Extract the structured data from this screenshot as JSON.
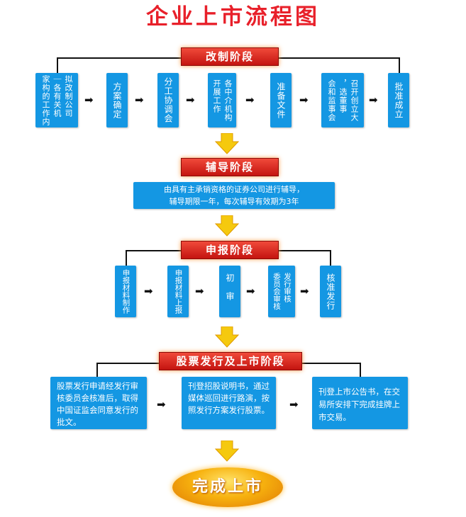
{
  "title": "企业上市流程图",
  "stage1": {
    "banner": "改制阶段",
    "boxes": [
      {
        "col1": "家构的工作内",
        "col2": "｜各有关机",
        "col3": "拟改制公司"
      },
      {
        "text": "方案确定"
      },
      {
        "text": "分工协调会"
      },
      {
        "text": "开展工作",
        "text2": "各中介机构"
      },
      {
        "text": "准备文件"
      },
      {
        "col1": "会和监事会",
        "col2": "，选董事",
        "col3": "召开创立大"
      },
      {
        "text": "批准成立"
      }
    ]
  },
  "stage2": {
    "banner": "辅导阶段",
    "text_line1": "由具有主承销资格的证券公司进行辅导，",
    "text_line2": "辅导期限一年，每次辅导有效期为3年"
  },
  "stage3": {
    "banner": "申报阶段",
    "boxes": [
      {
        "text": "申报材料制作"
      },
      {
        "text": "申报材料上报"
      },
      {
        "text": "初审"
      },
      {
        "col1": "委员会审核",
        "col2": "发行审核"
      },
      {
        "text": "核准发行"
      }
    ]
  },
  "stage4": {
    "banner": "股票发行及上市阶段",
    "box1": "股票发行申请经发行审核委员会核准后，取得中国证监会同意发行的批文。",
    "box2": "刊登招股说明书，通过媒体巡回进行路演，按照发行方案发行股票。",
    "box3": "刊登上市公告书，在交易所安排下完成挂牌上市交易。"
  },
  "final": "完成上市",
  "colors": {
    "title": "#e8202a",
    "banner": "#d0201a",
    "box": "#1497e3",
    "down_arrow": "#f5c90e",
    "final": "#f7b10e"
  }
}
